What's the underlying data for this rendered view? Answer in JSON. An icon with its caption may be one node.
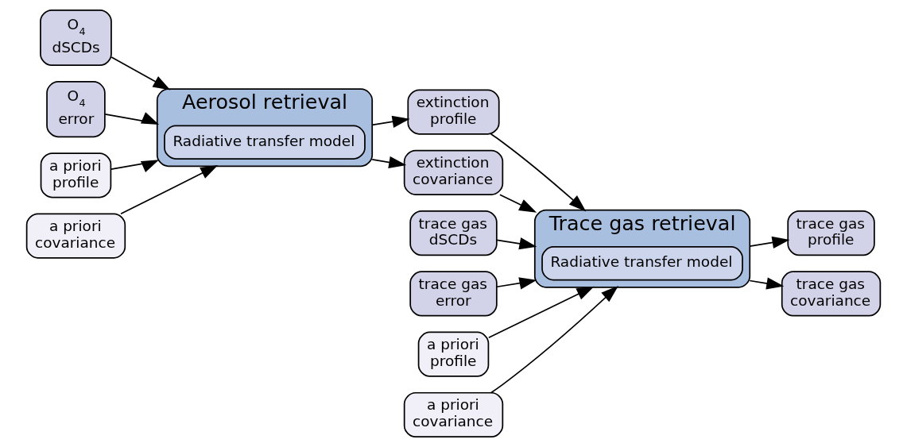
{
  "diagram": {
    "nodes": [
      {
        "text": [
          "O$_{4}$ dSCDs"
        ]
      },
      {
        "text": [
          "O$_{4}$ error"
        ]
      },
      {
        "text": [
          "a priori profile"
        ]
      },
      {
        "text": [
          "a priori covariance"
        ]
      },
      {
        "text": [
          "Aerosol retrieval"
        ]
      },
      {
        "text": [
          "Radiative transfer model"
        ],
        "in": 4
      },
      {
        "text": [
          "extinction profile"
        ]
      },
      {
        "text": [
          "extinction covariance"
        ]
      },
      {
        "text": [
          "trace gas dSCDs"
        ]
      },
      {
        "text": [
          "trace gas error"
        ]
      },
      {
        "text": [
          "a priori profile"
        ]
      },
      {
        "text": [
          "a priori covariance"
        ]
      },
      {
        "text": [
          "Trace gas retrieval"
        ]
      },
      {
        "text": [
          "Radiative transfer model"
        ],
        "in": 12
      },
      {
        "text": [
          "trace gas profile"
        ]
      },
      {
        "text": [
          "trace gas covariance"
        ]
      }
    ],
    "edges": [
      {
        "from": 0,
        "to": 4,
        "arrow": "to"
      },
      {
        "from": 1,
        "to": 4,
        "arrow": "to"
      },
      {
        "from": 2,
        "to": 4,
        "arrow": "to"
      },
      {
        "from": 3,
        "to": 4,
        "arrow": "to"
      },
      {
        "from": 4,
        "to": 6,
        "arrow": "to"
      },
      {
        "from": 4,
        "to": 7,
        "arrow": "to"
      },
      {
        "from": 6,
        "to": 12,
        "arrow": "to"
      },
      {
        "from": 7,
        "to": 12,
        "arrow": "to"
      },
      {
        "from": 8,
        "to": 12,
        "arrow": "to"
      },
      {
        "from": 9,
        "to": 12,
        "arrow": "to"
      },
      {
        "from": 10,
        "to": 12,
        "arrow": "to"
      },
      {
        "from": 11,
        "to": 12,
        "arrow": "to"
      },
      {
        "from": 12,
        "to": 14,
        "arrow": "to"
      },
      {
        "from": 12,
        "to": 15,
        "arrow": "to"
      }
    ]
  }
}
